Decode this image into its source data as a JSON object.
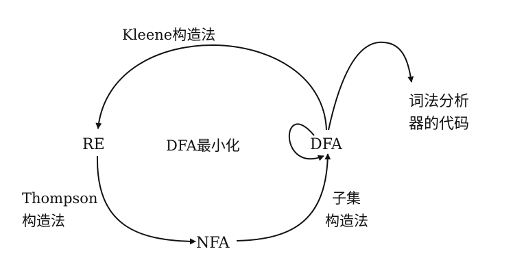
{
  "diagram": {
    "nodes": {
      "re": "RE",
      "nfa": "NFA",
      "dfa": "DFA",
      "lexer_code_line1": "词法分析",
      "lexer_code_line2": "器的代码"
    },
    "edges": {
      "kleene": "Kleene构造法",
      "thompson_line1": "Thompson",
      "thompson_line2": "构造法",
      "subset_line1": "子集",
      "subset_line2": "构造法",
      "dfa_min": "DFA最小化"
    }
  },
  "colors": {
    "ink": "#111111",
    "background": "#ffffff"
  }
}
